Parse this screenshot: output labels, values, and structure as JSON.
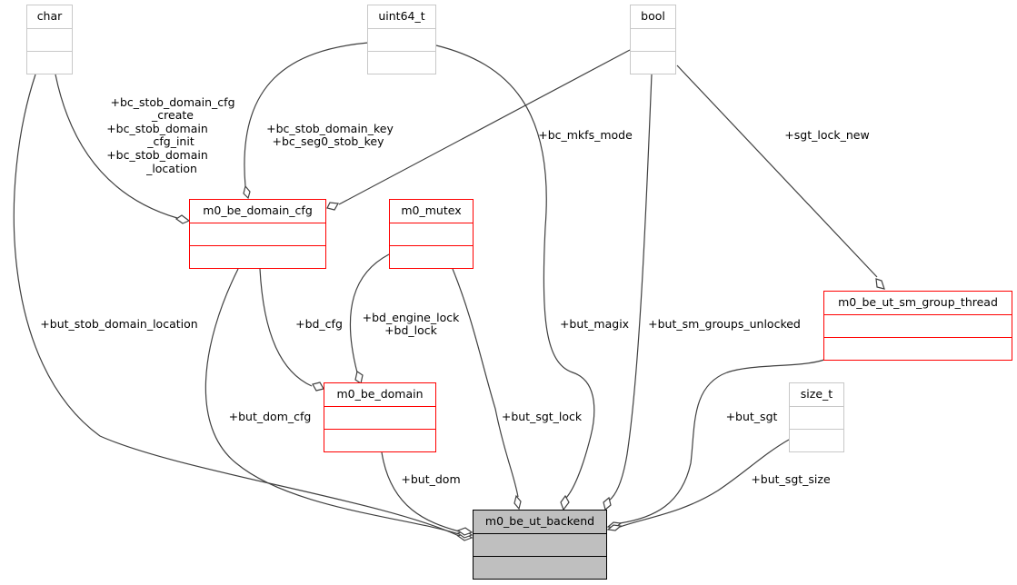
{
  "diagram": {
    "type": "collaboration-graph",
    "nodes": {
      "char": {
        "name": "char",
        "style": "external"
      },
      "uint64_t": {
        "name": "uint64_t",
        "style": "external"
      },
      "bool": {
        "name": "bool",
        "style": "external"
      },
      "size_t": {
        "name": "size_t",
        "style": "external"
      },
      "m0_be_domain_cfg": {
        "name": "m0_be_domain_cfg",
        "style": "documented"
      },
      "m0_mutex": {
        "name": "m0_mutex",
        "style": "documented"
      },
      "m0_be_domain": {
        "name": "m0_be_domain",
        "style": "documented"
      },
      "m0_be_ut_sm_group_thread": {
        "name": "m0_be_ut_sm_group_thread",
        "style": "documented"
      },
      "m0_be_ut_backend": {
        "name": "m0_be_ut_backend",
        "style": "focus"
      }
    },
    "edges": [
      {
        "from": "char",
        "to": "m0_be_domain_cfg",
        "labels": [
          "+bc_stob_domain_cfg",
          "_create",
          "+bc_stob_domain",
          "_cfg_init",
          "+bc_stob_domain",
          "_location"
        ]
      },
      {
        "from": "uint64_t",
        "to": "m0_be_domain_cfg",
        "labels": [
          "+bc_stob_domain_key",
          "+bc_seg0_stob_key"
        ]
      },
      {
        "from": "bool",
        "to": "m0_be_domain_cfg",
        "labels": [
          "+bc_mkfs_mode"
        ]
      },
      {
        "from": "bool",
        "to": "m0_be_ut_sm_group_thread",
        "labels": [
          "+sgt_lock_new"
        ]
      },
      {
        "from": "m0_be_domain_cfg",
        "to": "m0_be_domain",
        "labels": [
          "+bd_cfg"
        ]
      },
      {
        "from": "m0_mutex",
        "to": "m0_be_domain",
        "labels": [
          "+bd_engine_lock",
          "+bd_lock"
        ]
      },
      {
        "from": "char",
        "to": "m0_be_ut_backend",
        "labels": [
          "+but_stob_domain_location"
        ]
      },
      {
        "from": "m0_be_domain_cfg",
        "to": "m0_be_ut_backend",
        "labels": [
          "+but_dom_cfg"
        ]
      },
      {
        "from": "m0_be_domain",
        "to": "m0_be_ut_backend",
        "labels": [
          "+but_dom"
        ]
      },
      {
        "from": "m0_mutex",
        "to": "m0_be_ut_backend",
        "labels": [
          "+but_sgt_lock"
        ]
      },
      {
        "from": "uint64_t",
        "to": "m0_be_ut_backend",
        "labels": [
          "+but_magix"
        ]
      },
      {
        "from": "bool",
        "to": "m0_be_ut_backend",
        "labels": [
          "+but_sm_groups_unlocked"
        ]
      },
      {
        "from": "m0_be_ut_sm_group_thread",
        "to": "m0_be_ut_backend",
        "labels": [
          "+but_sgt"
        ]
      },
      {
        "from": "size_t",
        "to": "m0_be_ut_backend",
        "labels": [
          "+but_sgt_size"
        ]
      }
    ]
  }
}
